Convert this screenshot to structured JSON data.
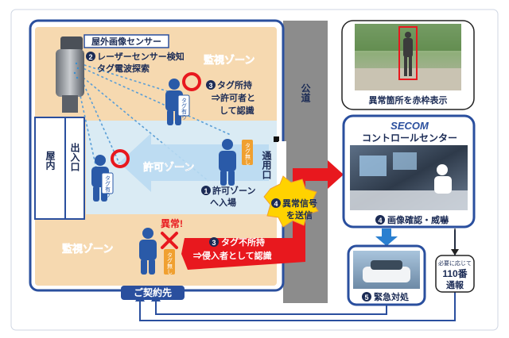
{
  "colors": {
    "frame": "#2a4f9e",
    "monitor_zone": "#f6d9b0",
    "permit_zone": "#d8ecf8",
    "road": "#8c8c8c",
    "alarm_red": "#e8181e",
    "tag_orange": "#f0a030",
    "person_blue": "#2a5aa8",
    "alarm_badge": "#ffd200",
    "monitor_label": "#f08a1c"
  },
  "icons": {
    "sensor": "outdoor-image-sensor-icon",
    "person": "person-icon",
    "ok": "red-circle-icon",
    "ng": "red-x-icon",
    "door": "doorway-icon"
  },
  "labels": {
    "sensor_title": "屋外画像センサー",
    "sensor_step_num": "2",
    "sensor_step_line1": "レーザーセンサー検知",
    "sensor_step_line2": "タグ電波探索",
    "monitor_zone_top": "監視ゾーン",
    "monitor_zone_bottom": "監視ゾーン",
    "permit_zone": "許可ゾーン",
    "indoor": "屋内",
    "entrance": "出入口",
    "gate": "通用口",
    "road": "公道",
    "tag_yes": "タグ有り",
    "tag_no": "タグ無し",
    "step3_ok_num": "3",
    "step3_ok_line1": "タグ所持",
    "step3_ok_line2": "⇒許可者と",
    "step3_ok_line3": "して認識",
    "step1_num": "1",
    "step1_line1": "許可ゾーン",
    "step1_line2": "へ入場",
    "alarm": "異常!",
    "step3_ng_num": "3",
    "step3_ng_line1": "タグ不所持",
    "step3_ng_line2": "⇒侵入者として認識",
    "step4_signal_num": "4",
    "step4_signal_line1": "異常信号",
    "step4_signal_line2": "を送信",
    "camera_caption": "異常箇所を赤枠表示",
    "secom_logo": "SECOM",
    "control_center": "コントロールセンター",
    "step4_confirm_num": "4",
    "step4_confirm": "画像確認・威嚇",
    "step5_num": "5",
    "step5_label": "緊急対処",
    "police_line1": "必要に応じて",
    "police_line2": "110番",
    "police_line3": "通報",
    "contractor": "ご契約先"
  }
}
